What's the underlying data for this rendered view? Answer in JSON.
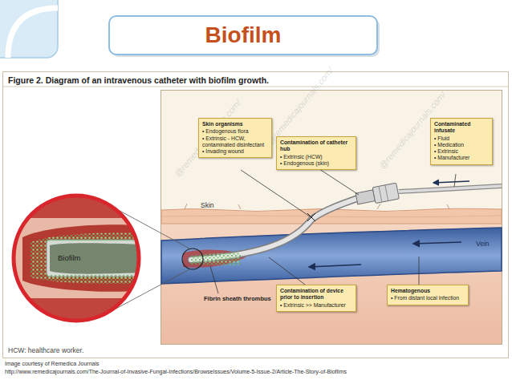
{
  "diagram": {
    "title": "Biofilm",
    "caption": "Figure 2. Diagram of an intravenous catheter with biofilm growth.",
    "nodes": [
      {
        "text": [
          "Skin organisms",
          "• Endogenous flora",
          "• Extrinsic - HCW, contaminated disinfectant",
          "• Invading wound"
        ]
      },
      {
        "text": [
          "Contamination of catheter hub",
          "• Extrinsic (HCW)",
          "• Endogenous (skin)"
        ]
      },
      {
        "text": [
          "Contaminated infusate",
          "• Fluid",
          "• Medication",
          "• Extrinsic",
          "• Manufacturer"
        ]
      },
      {
        "text": [
          "Contamination of device prior to insertion",
          "• Extrinsic >> Manufacturer"
        ]
      },
      {
        "text": [
          "Hematogenous",
          "• From distant local infection"
        ]
      }
    ],
    "labels": [
      "Skin",
      "Vein",
      "Biofilm",
      "Fibrin sheath thrombus",
      "HCW: healthcare worker.",
      "Image courtesy of Remedica Journals",
      "http://www.remedicajournals.com/The-Journal-of-Invasive-Fungal-Infections/BrowseIssues/Volume-5-Issue-2/Article-The-Story-of-Biofilms",
      "@remedicajournals.com/",
      "@remedicajournals.com/",
      "@remedicajournals.com/"
    ]
  }
}
